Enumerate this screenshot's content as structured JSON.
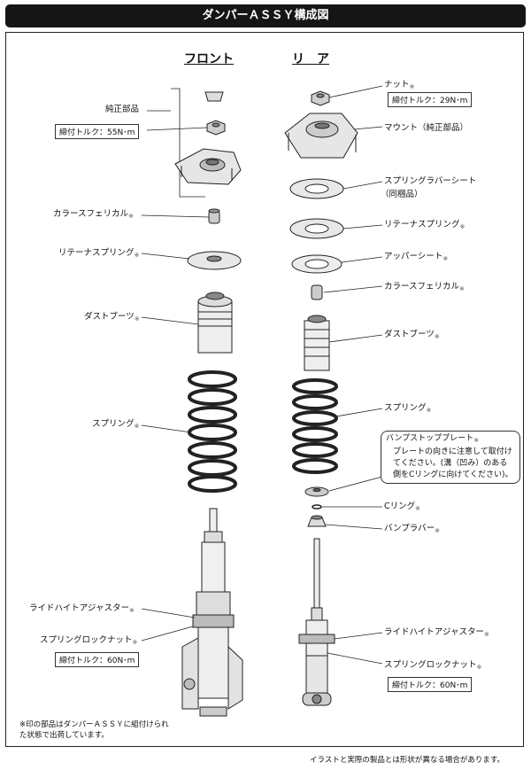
{
  "header": {
    "title": "ダンパーＡＳＳＹ構成図"
  },
  "columns": {
    "front": "フロント",
    "rear": "リ　ア"
  },
  "front_labels": {
    "genuine": "純正部品",
    "torque1": "締付トルク：55N･m",
    "collar": "カラースフェリカル",
    "retainer": "リテーナスプリング",
    "dust": "ダストブーツ",
    "spring": "スプリング",
    "ride": "ライドハイトアジャスター",
    "lock": "スプリングロックナット",
    "torque2": "締付トルク：60N･m"
  },
  "rear_labels": {
    "nut": "ナット",
    "torque1": "締付トルク：29N･m",
    "mount": "マウント（純正部品）",
    "rubber1": "スプリングラバーシート",
    "rubber2": "（同梱品）",
    "retainer": "リテーナスプリング",
    "upper": "アッパーシート",
    "collar": "カラースフェリカル",
    "dust": "ダストブーツ",
    "spring": "スプリング",
    "bump_title": "バンプストッププレート",
    "bump_text": "プレートの向きに注意して取付けてください。(溝（凹み）のある側をCリングに向けてください)。",
    "cring": "Cリング",
    "bumprubber": "バンプラバー",
    "ride": "ライドハイトアジャスター",
    "lock": "スプリングロックナット",
    "torque2": "締付トルク：60N･m"
  },
  "mark": "※",
  "footnote": "※印の部品はダンパーＡＳＳＹに組付けられた状態で出荷しています。",
  "disclaimer": "イラストと実際の製品とは形状が異なる場合があります。"
}
